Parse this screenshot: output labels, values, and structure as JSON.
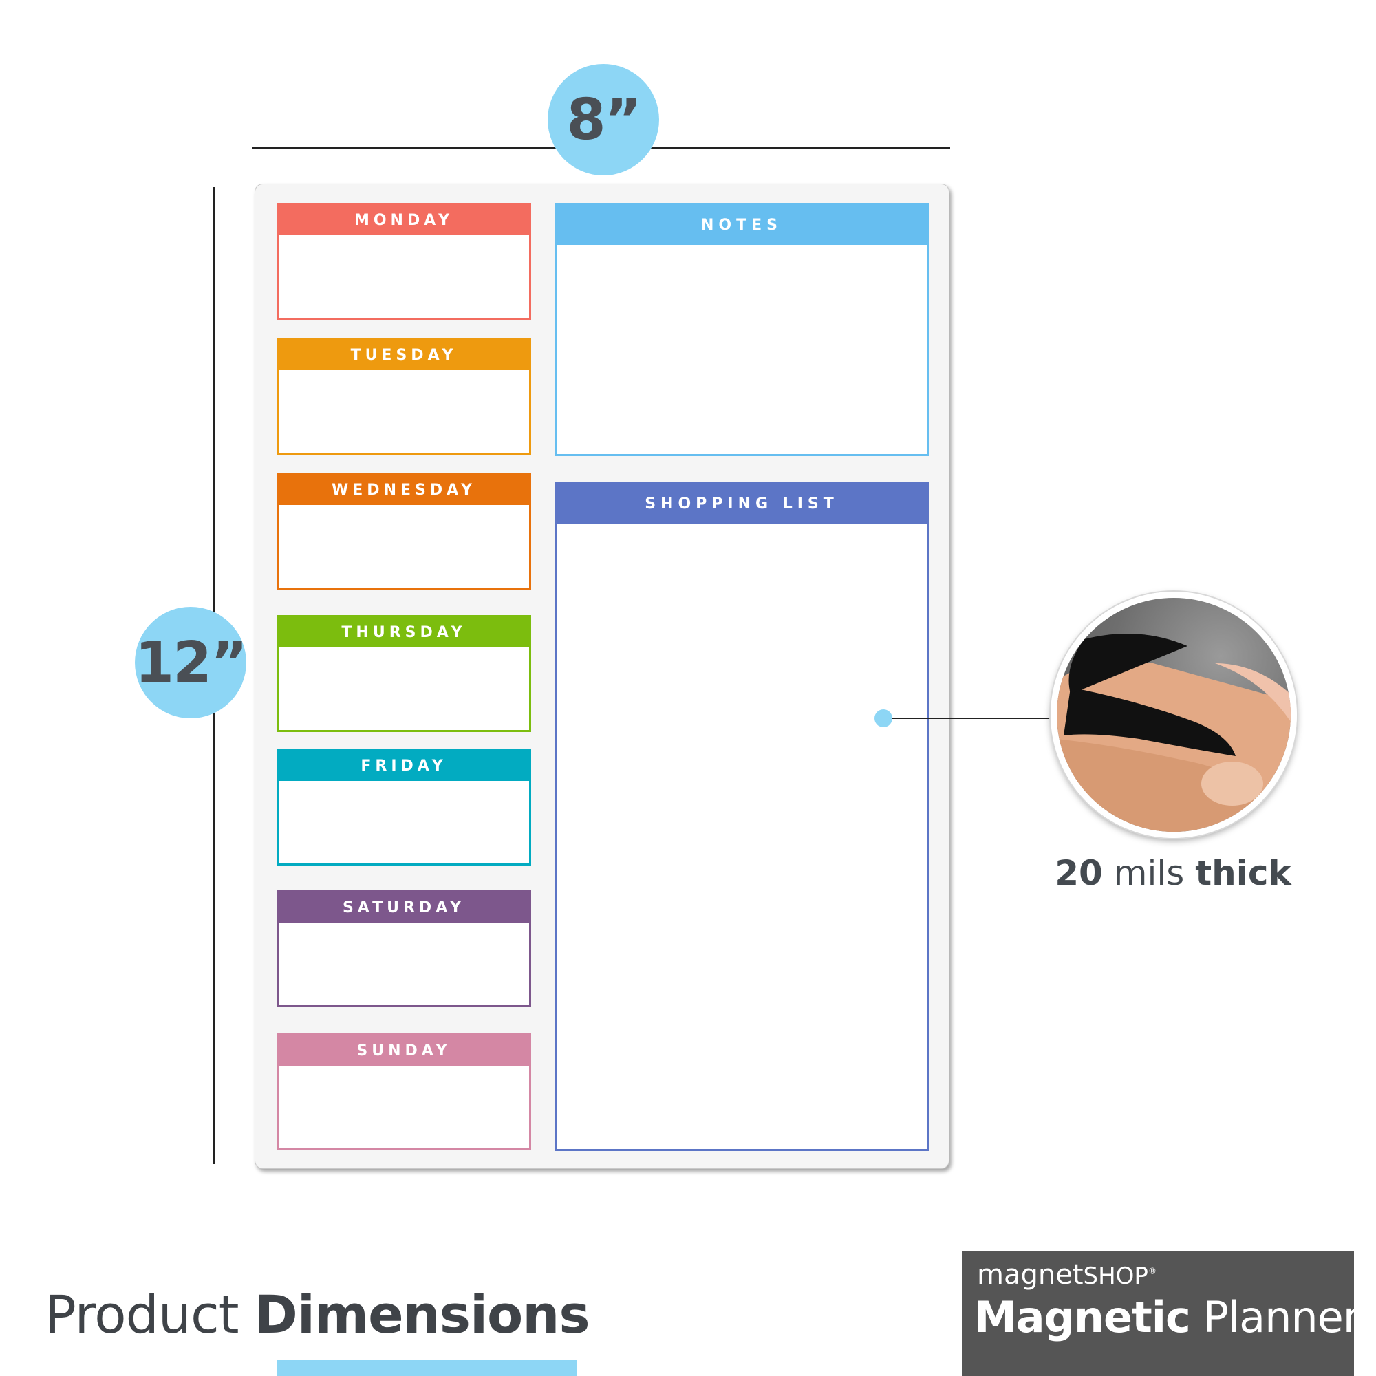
{
  "dimensions": {
    "width": "8”",
    "height": "12”"
  },
  "planner": {
    "days": [
      {
        "label": "MONDAY",
        "color": "#f36c5f"
      },
      {
        "label": "TUESDAY",
        "color": "#ee9a0f"
      },
      {
        "label": "WEDNESDAY",
        "color": "#e8720c"
      },
      {
        "label": "THURSDAY",
        "color": "#7cbd0e"
      },
      {
        "label": "FRIDAY",
        "color": "#02abc1"
      },
      {
        "label": "SATURDAY",
        "color": "#7d578c"
      },
      {
        "label": "SUNDAY",
        "color": "#d487a4"
      }
    ],
    "notes": {
      "label": "NOTES",
      "color": "#66bef0"
    },
    "shopping": {
      "label": "SHOPPING LIST",
      "color": "#5c75c6"
    }
  },
  "thickness": {
    "value": "20",
    "unit": "mils",
    "descriptor": "thick"
  },
  "footer": {
    "title_light": "Product",
    "title_bold": "Dimensions"
  },
  "brand": {
    "name_lower": "magnet",
    "name_upper": "SHOP",
    "mark": "®",
    "product_bold": "Magnetic",
    "product_light": "Planner"
  }
}
